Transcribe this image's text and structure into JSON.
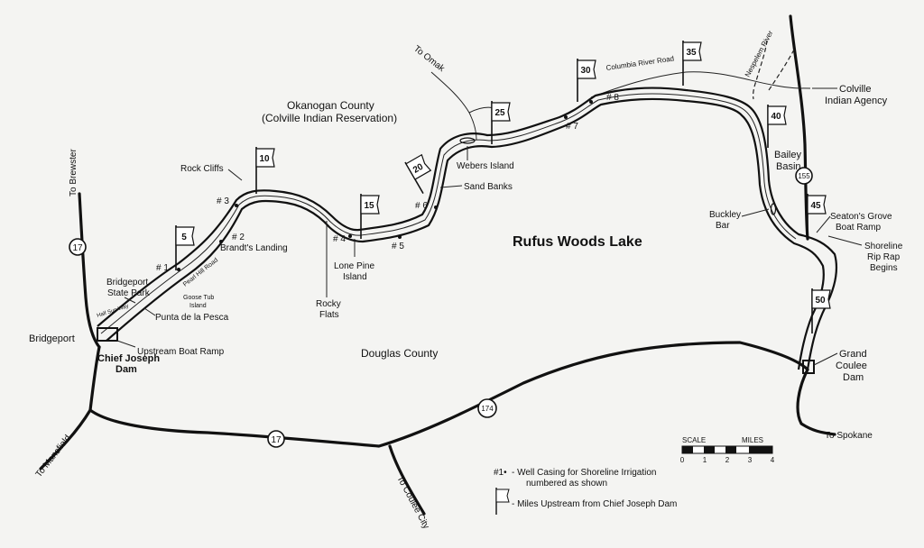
{
  "map": {
    "lake_label": "Rufus Woods Lake",
    "county_north": "Okanogan County",
    "county_north_sub": "(Colville Indian Reservation)",
    "county_south": "Douglas County",
    "dam_label_1": "Chief Joseph",
    "dam_label_2": "Dam",
    "grand_coulee_1": "Grand",
    "grand_coulee_2": "Coulee",
    "grand_coulee_3": "Dam",
    "towns": {
      "bridgeport": "Bridgeport",
      "bridgeport_sp_1": "Bridgeport",
      "bridgeport_sp_2": "State Park",
      "colville_1": "Colville",
      "colville_2": "Indian Agency",
      "bailey_1": "Bailey",
      "bailey_2": "Basin"
    },
    "destinations": {
      "brewster": "To Brewster",
      "mansfield": "To Mansfield",
      "coulee_city": "To Coulee City",
      "omak": "To Omak",
      "spokane": "To Spokane"
    },
    "features": {
      "rock_cliffs": "Rock Cliffs",
      "brandts": "Brandt's Landing",
      "goose_tub_1": "Goose Tub",
      "goose_tub_2": "Island",
      "punta": "Punta de la Pesca",
      "upstream_ramp": "Upstream Boat Ramp",
      "lone_pine_1": "Lone Pine",
      "lone_pine_2": "Island",
      "rocky_1": "Rocky",
      "rocky_2": "Flats",
      "webers": "Webers Island",
      "sand_banks": "Sand Banks",
      "buckley_1": "Buckley",
      "buckley_2": "Bar",
      "seatons_1": "Seaton's Grove",
      "seatons_2": "Boat Ramp",
      "shoreline_1": "Shoreline",
      "shoreline_2": "Rip Rap",
      "shoreline_3": "Begins",
      "columbia_river_road": "Columbia River Road",
      "nespelem_river": "Nespelem River",
      "half_sun_way": "Half Sun Way",
      "pearl_hill_road": "Pearl Hill Road"
    },
    "highways": [
      "17",
      "17",
      "174",
      "155"
    ],
    "wells": [
      "# 1",
      "# 2",
      "# 3",
      "# 4",
      "# 5",
      "# 6",
      "# 7",
      "# 8"
    ],
    "mile_flags": [
      "5",
      "10",
      "15",
      "20",
      "25",
      "30",
      "35",
      "40",
      "45",
      "50"
    ],
    "scale": {
      "title_left": "SCALE",
      "title_right": "MILES",
      "ticks": [
        "0",
        "1",
        "2",
        "3",
        "4"
      ]
    },
    "legend": {
      "well_symbol": "#1•",
      "well_text_1": "- Well Casing for Shoreline Irrigation",
      "well_text_2": "numbered as shown",
      "flag_text": "- Miles Upstream from Chief Joseph Dam"
    }
  }
}
